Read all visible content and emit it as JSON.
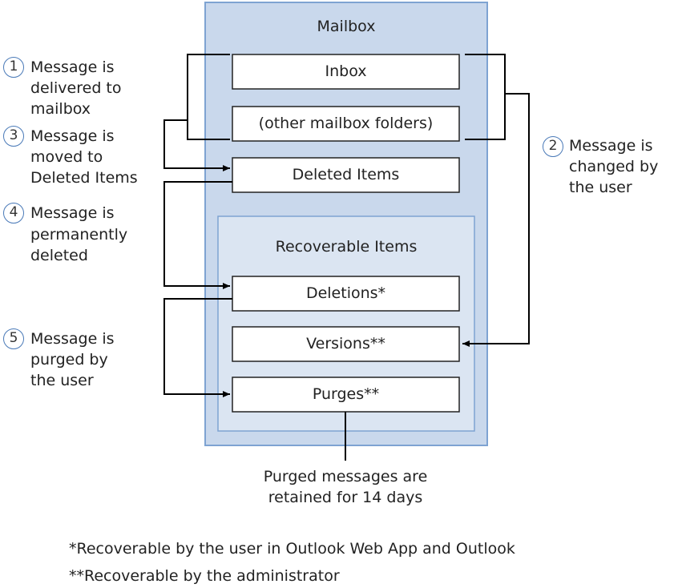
{
  "colors": {
    "mailbox_fill": "#c9d8ec",
    "mailbox_border": "#7ea3d2",
    "recoverable_fill": "#dbe5f2",
    "folder_fill": "#ffffff",
    "line": "#000000",
    "badge_border": "#4a7ab8"
  },
  "mailbox": {
    "title": "Mailbox",
    "folders": [
      "Inbox",
      "(other mailbox folders)",
      "Deleted Items"
    ]
  },
  "recoverable": {
    "title": "Recoverable Items",
    "folders": [
      "Deletions*",
      "Versions**",
      "Purges**"
    ]
  },
  "steps": [
    {
      "num": "1",
      "lines": [
        "Message is",
        "delivered to",
        "mailbox"
      ]
    },
    {
      "num": "2",
      "lines": [
        "Message is",
        "changed by",
        "the user"
      ]
    },
    {
      "num": "3",
      "lines": [
        "Message is",
        "moved to",
        "Deleted Items"
      ]
    },
    {
      "num": "4",
      "lines": [
        "Message is",
        "permanently",
        "deleted"
      ]
    },
    {
      "num": "5",
      "lines": [
        "Message is",
        "purged by",
        "the user"
      ]
    }
  ],
  "purge_note": [
    "Purged messages are",
    "retained for 14 days"
  ],
  "footnotes": [
    "*Recoverable by the user in Outlook Web App and Outlook",
    "**Recoverable by the administrator"
  ]
}
